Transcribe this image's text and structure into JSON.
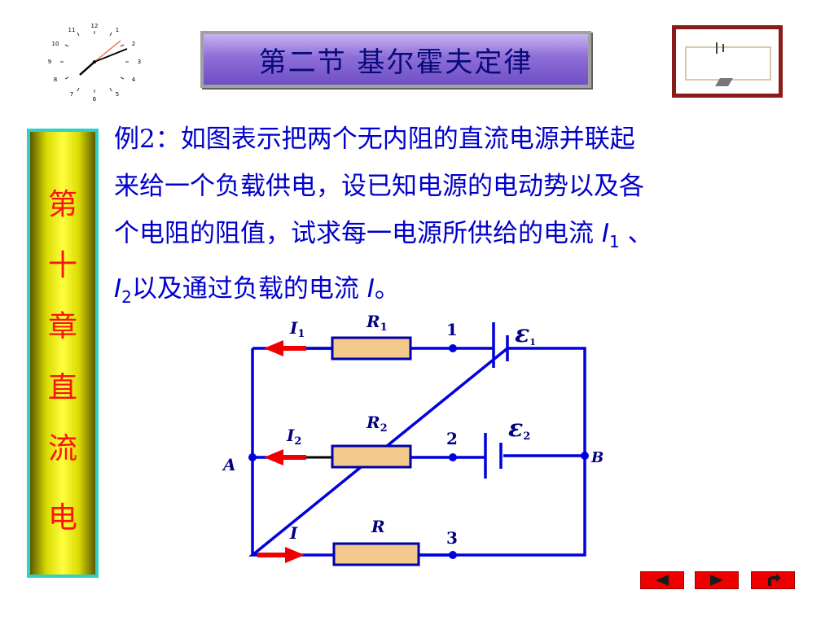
{
  "clock": {
    "numbers": [
      "12",
      "1",
      "2",
      "3",
      "4",
      "5",
      "6",
      "7",
      "8",
      "9",
      "10",
      "11"
    ]
  },
  "title": "第二节  基尔霍夫定律",
  "sidebar": {
    "chars": [
      "第",
      "十",
      "章",
      "直",
      "流",
      "电"
    ]
  },
  "problem": {
    "line1": "例2：如图表示把两个无内阻的直流电源并联起",
    "line2": "来给一个负载供电，设已知电源的电动势以及各",
    "line3_a": "个电阻的阻值，试求每一电源所供给的电流",
    "var_I": "I",
    "sub_1": "1",
    "line3_b": "、",
    "sub_2": "2",
    "line4_a": "以及通过负载的电流",
    "line4_b": "。"
  },
  "circuit": {
    "I1_label": "I",
    "I1_sub": "1",
    "I2_label": "I",
    "I2_sub": "2",
    "I_label": "I",
    "R1_label": "R",
    "R1_sub": "1",
    "R2_label": "R",
    "R2_sub": "2",
    "R_label": "R",
    "node1": "1",
    "node2": "2",
    "node3": "3",
    "E1_label": "ε",
    "E1_sub": "1",
    "E2_label": "ε",
    "E2_sub": "2",
    "nodeA": "A",
    "nodeB": "B",
    "colors": {
      "wire": "#0000dd",
      "arrow": "#ee0000",
      "resistor_fill": "#f3c98c",
      "label": "#000080"
    }
  },
  "nav": {
    "prev_icon": "triangle-left-icon",
    "next_icon": "triangle-right-icon",
    "return_icon": "return-arrow-icon"
  }
}
